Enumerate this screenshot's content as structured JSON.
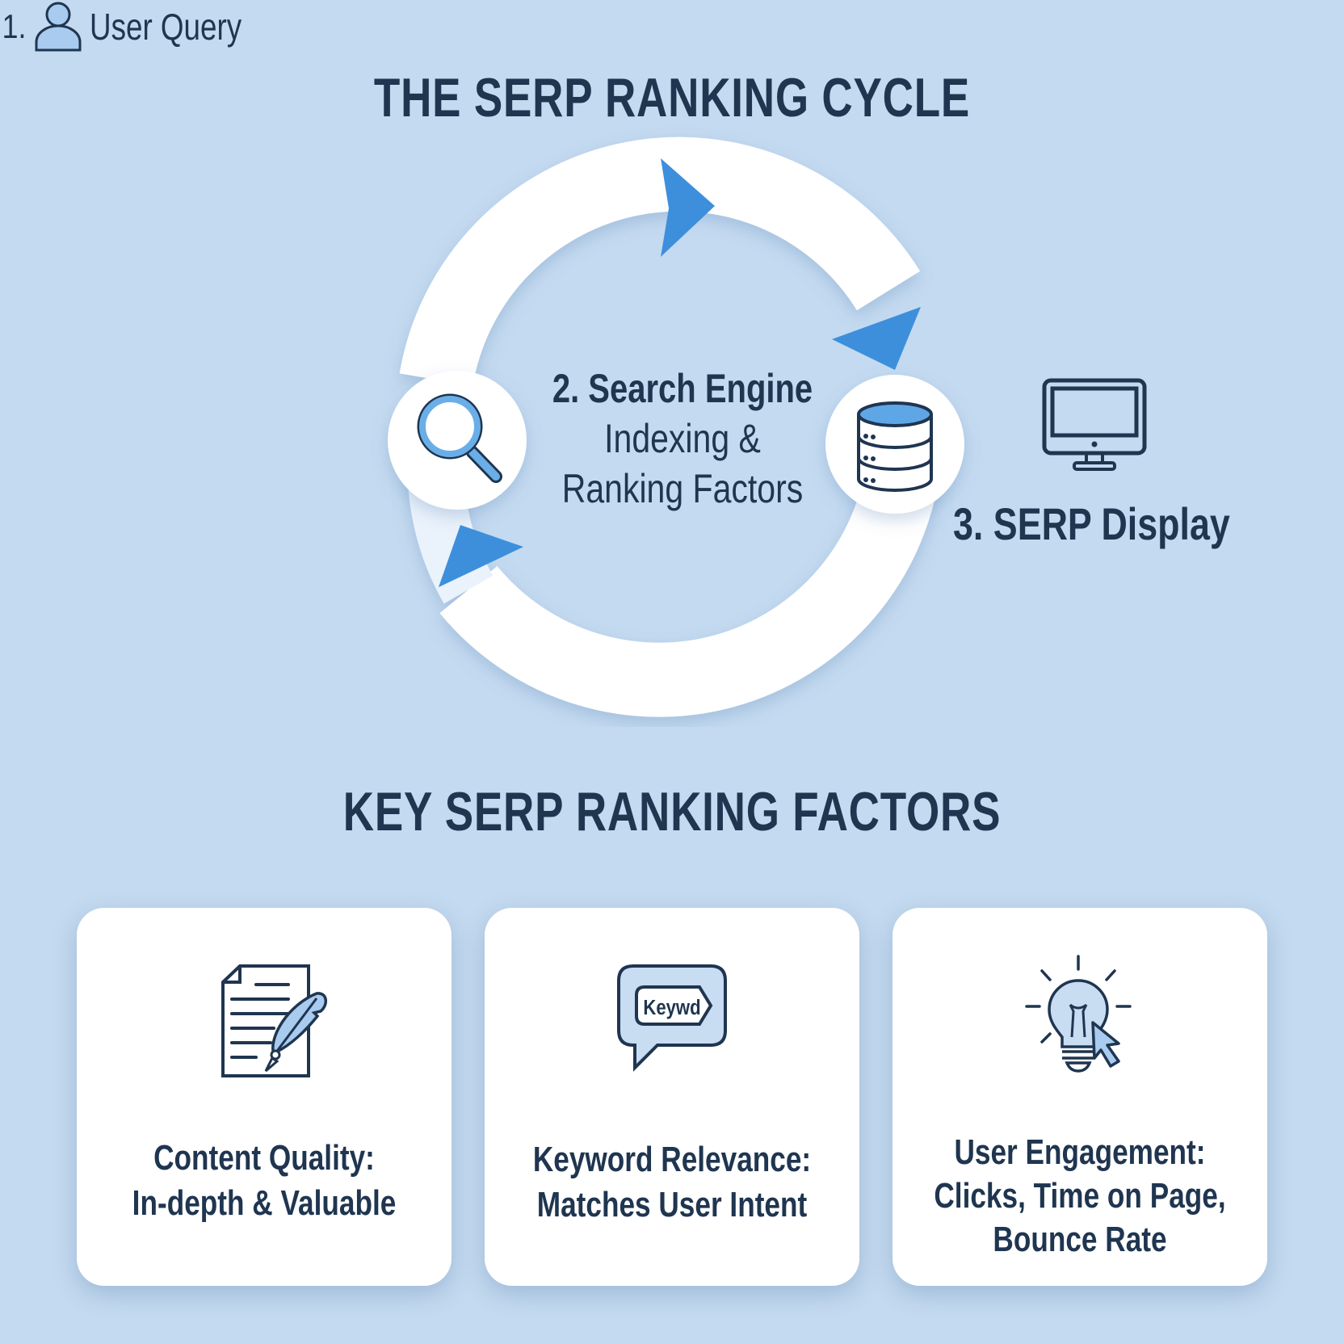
{
  "colors": {
    "background": "#c4daf0",
    "text": "#1f3550",
    "accent": "#3d8fdc",
    "icon_fill": "#a8cbef",
    "ring": "#ffffff"
  },
  "cycle": {
    "title": "THE SERP RANKING CYCLE",
    "steps": [
      {
        "number": "1.",
        "label": "User Query",
        "icon": "user-icon"
      },
      {
        "title": "2. Search Engine",
        "subtitle_line1": "Indexing &",
        "subtitle_line2": "Ranking Factors",
        "icon": "database-icon"
      },
      {
        "label": "3. SERP Display",
        "icon": "monitor-icon"
      }
    ],
    "node_icons": [
      "search-icon",
      "database-icon"
    ],
    "arrow_icons": [
      "arrow-right-icon",
      "arrow-right-icon",
      "arrow-right-icon"
    ]
  },
  "factors": {
    "title": "KEY SERP RANKING FACTORS",
    "cards": [
      {
        "icon": "document-quill-icon",
        "line1": "Content Quality:",
        "line2": "In-depth & Valuable"
      },
      {
        "icon": "keyword-bubble-icon",
        "icon_text": "Keywd",
        "line1": "Keyword Relevance:",
        "line2": "Matches User Intent"
      },
      {
        "icon": "lightbulb-cursor-icon",
        "line1": "User Engagement:",
        "line2": "Clicks, Time on Page,",
        "line3": "Bounce Rate"
      }
    ]
  }
}
